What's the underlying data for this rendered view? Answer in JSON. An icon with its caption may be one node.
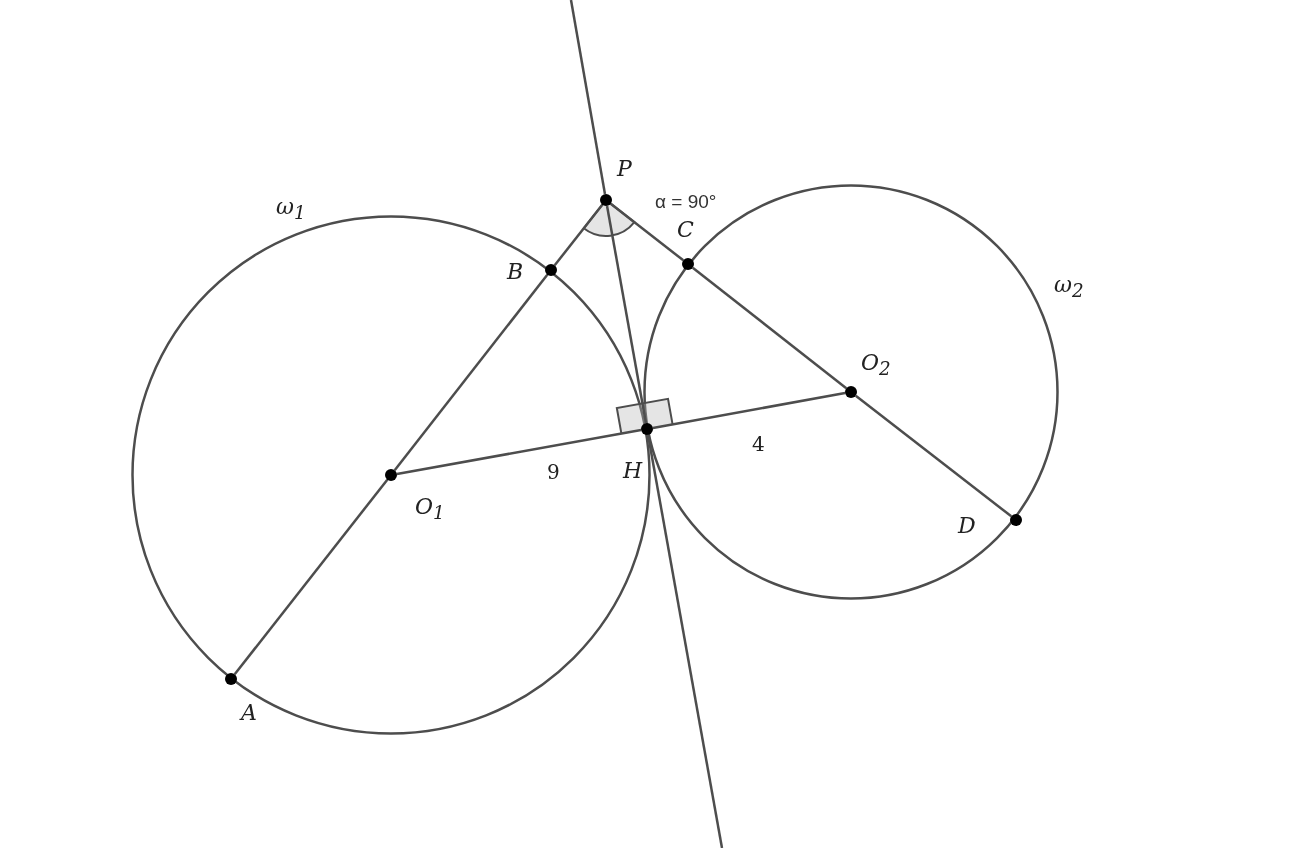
{
  "diagram": {
    "nodes": [
      {
        "text": [],
        "shape": "circle",
        "beside": [
          "ω$_{1}$"
        ]
      },
      {
        "text": [],
        "shape": "circle",
        "beside": [
          "ω$_{2}$"
        ]
      },
      {
        "text": [],
        "shape": "circle",
        "beside": [
          "P"
        ]
      },
      {
        "text": [],
        "shape": "circle",
        "beside": [
          "B"
        ]
      },
      {
        "text": [],
        "shape": "circle",
        "beside": [
          "C"
        ]
      },
      {
        "text": [],
        "shape": "circle",
        "beside": [
          "O$_{1}$"
        ],
        "in": 0
      },
      {
        "text": [],
        "shape": "circle",
        "beside": [
          "O$_{2}$"
        ],
        "in": 1
      },
      {
        "text": [],
        "shape": "circle",
        "beside": [
          "H"
        ]
      },
      {
        "text": [],
        "shape": "circle",
        "beside": [
          "D"
        ]
      },
      {
        "text": [],
        "shape": "circle",
        "beside": [
          "A"
        ]
      }
    ],
    "edges": [
      {
        "from": null,
        "to": 2,
        "arrow": "none"
      },
      {
        "from": 2,
        "to": 3,
        "arrow": "none"
      },
      {
        "from": 3,
        "to": 5,
        "arrow": "none"
      },
      {
        "from": 5,
        "to": 9,
        "arrow": "none"
      },
      {
        "from": 2,
        "to": 4,
        "arrow": "none"
      },
      {
        "from": 4,
        "to": 6,
        "arrow": "none"
      },
      {
        "from": 6,
        "to": 8,
        "arrow": "none"
      },
      {
        "from": 5,
        "to": 7,
        "arrow": "none",
        "label": "9"
      },
      {
        "from": 7,
        "to": 6,
        "arrow": "none",
        "label": "4"
      },
      {
        "from": 2,
        "to": 7,
        "arrow": "none"
      },
      {
        "from": 7,
        "to": null,
        "arrow": "none"
      }
    ],
    "labels": [
      "α = 90°"
    ]
  }
}
